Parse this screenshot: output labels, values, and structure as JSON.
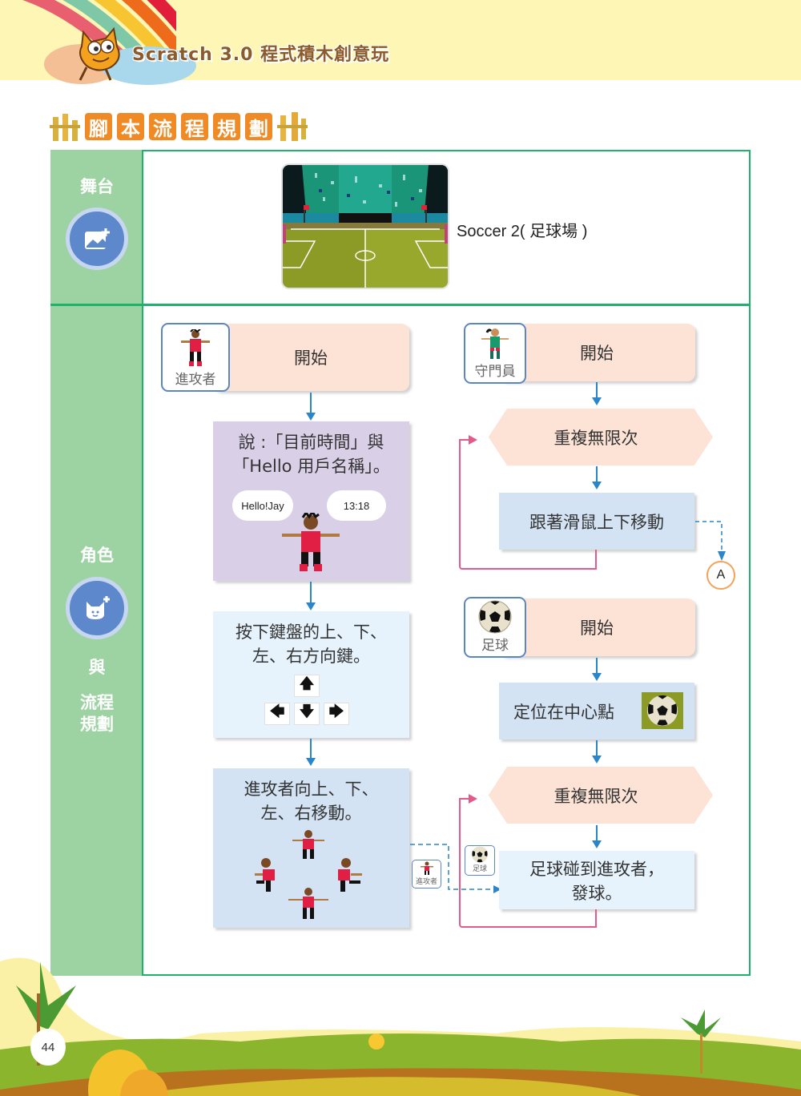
{
  "header": {
    "book_title": "Scratch 3.0 程式積木創意玩"
  },
  "section": {
    "heading_chars": [
      "腳",
      "本",
      "流",
      "程",
      "規",
      "劃"
    ]
  },
  "table": {
    "stage_row": {
      "label": "舞台",
      "icon": "backdrop-add-icon",
      "backdrop_name": "Soccer 2( 足球場 )"
    },
    "sprite_row": {
      "label_top": "角色",
      "icon": "sprite-add-icon",
      "label_mid": "與",
      "label_bottom_1": "流程",
      "label_bottom_2": "規劃"
    }
  },
  "flows": {
    "attacker": {
      "sprite_name": "進攻者",
      "start_label": "開始",
      "step1_line1": "說 :「目前時間」與",
      "step1_line2": "「Hello 用戶名稱」。",
      "bubble_left": "Hello!Jay",
      "bubble_right": "13:18",
      "step2_line1": "按下鍵盤的上、下、",
      "step2_line2": "左、右方向鍵。",
      "keys": {
        "up": "🡅",
        "left": "🡄",
        "down": "🡇",
        "right": "🡆"
      },
      "step3_line1": "進攻者向上、下、",
      "step3_line2": "左、右移動。"
    },
    "goalkeeper": {
      "sprite_name": "守門員",
      "start_label": "開始",
      "loop_label": "重複無限次",
      "step1": "跟著滑鼠上下移動",
      "connector": "A"
    },
    "ball": {
      "sprite_name": "足球",
      "start_label": "開始",
      "step1": "定位在中心點",
      "loop_label": "重複無限次",
      "step2_line1": "足球碰到進攻者，",
      "step2_line2": "發球。",
      "mini_tag_ball": "足球",
      "mini_tag_attacker": "進攻者"
    }
  },
  "footer": {
    "page_number": "44"
  },
  "colors": {
    "table_border": "#1db36b",
    "side_column": "#9dd3a2",
    "heading_orange": "#f08a24",
    "start_box": "#fde3d6",
    "action_blue": "#d3e3f4",
    "action_lightblue": "#e6f3fc",
    "action_purple": "#d9d0e8",
    "flow_arrow": "#2a86c9",
    "loop_line": "#e45a8a",
    "connector_border": "#f3a35a"
  }
}
